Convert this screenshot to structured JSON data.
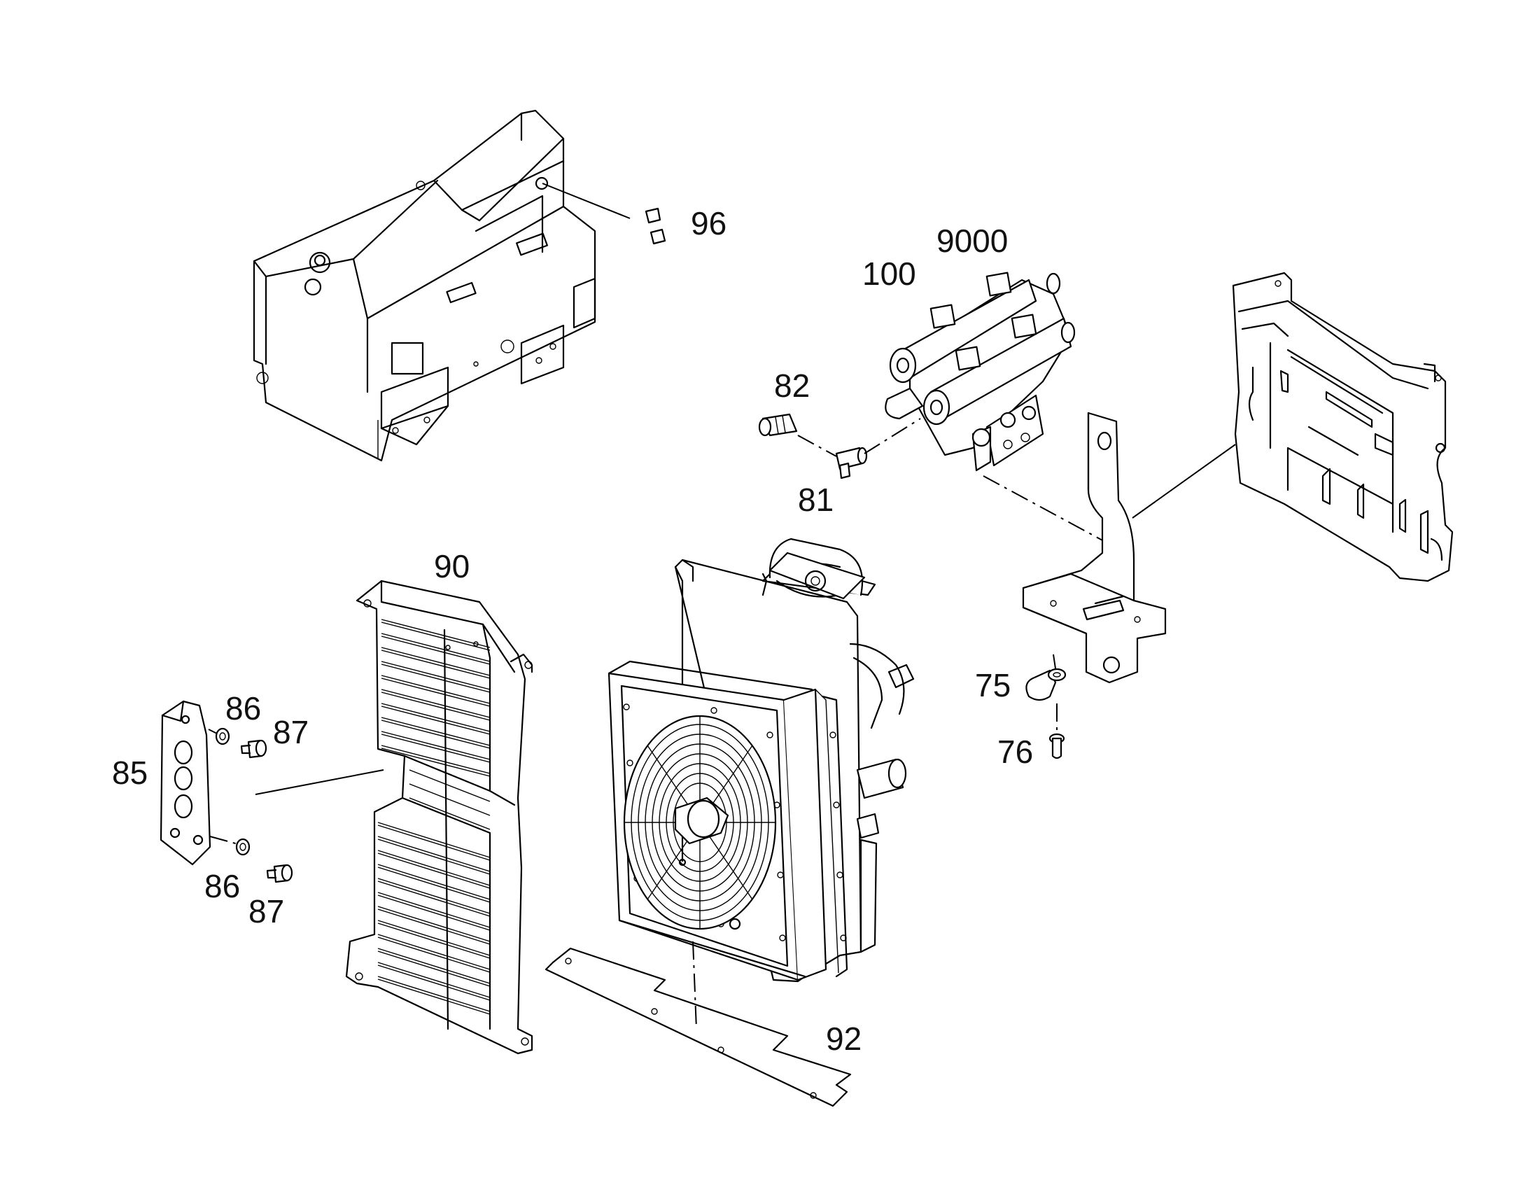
{
  "callouts": {
    "c96": "96",
    "c9000": "9000",
    "c100": "100",
    "c82": "82",
    "c81": "81",
    "c90": "90",
    "c86a": "86",
    "c87a": "87",
    "c85": "85",
    "c86b": "86",
    "c87b": "87",
    "c75": "75",
    "c76": "76",
    "c92": "92"
  },
  "colors": {
    "line": "#000000",
    "background": "#ffffff",
    "text": "#111111"
  }
}
